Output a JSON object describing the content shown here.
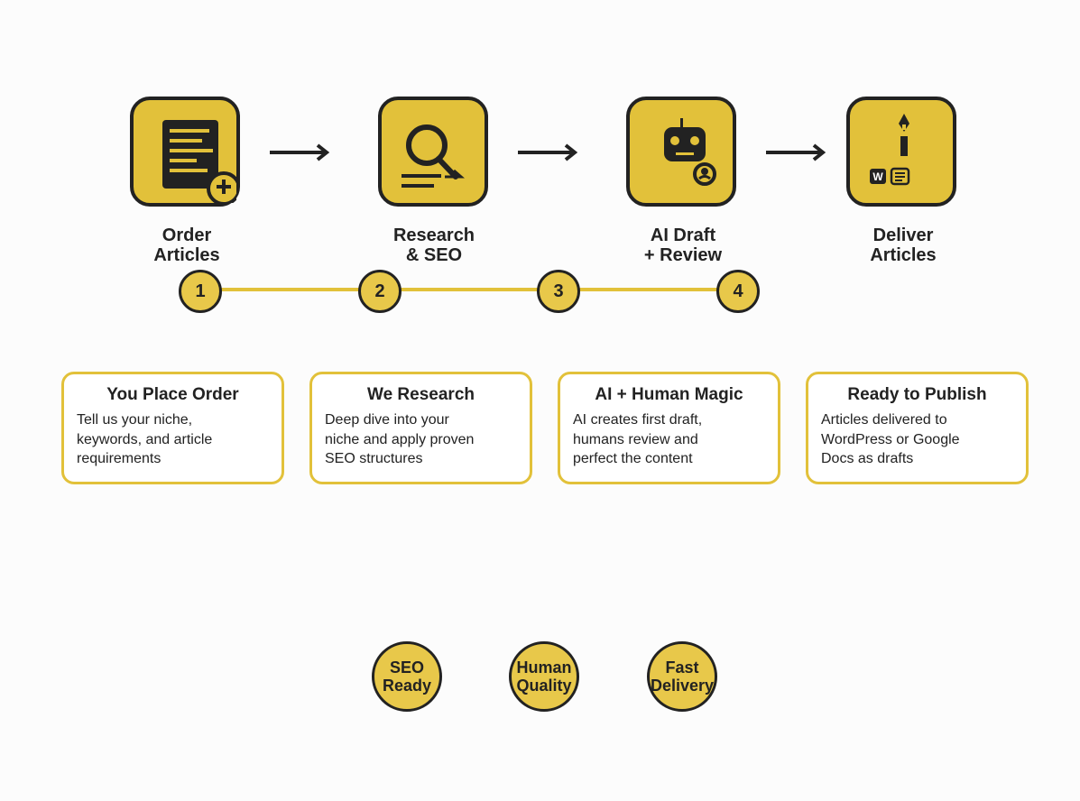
{
  "steps": [
    {
      "title_line1": "Order",
      "title_line2": "Articles",
      "number": "1",
      "icon": "document-add-icon"
    },
    {
      "title_line1": "Research",
      "title_line2": "& SEO",
      "number": "2",
      "icon": "magnifier-icon"
    },
    {
      "title_line1": "AI Draft",
      "title_line2": "+ Review",
      "number": "3",
      "icon": "robot-icon"
    },
    {
      "title_line1": "Deliver",
      "title_line2": "Articles",
      "number": "4",
      "icon": "pen-nib-icon"
    }
  ],
  "cards": [
    {
      "title": "You Place Order",
      "line1": "Tell us your niche,",
      "line2": "keywords, and article",
      "line3": "requirements"
    },
    {
      "title": "We Research",
      "line1": "Deep dive into your",
      "line2": "niche and apply proven",
      "line3": "SEO structures"
    },
    {
      "title": "AI + Human Magic",
      "line1": "AI creates first draft,",
      "line2": "humans review and",
      "line3": "perfect the content"
    },
    {
      "title": "Ready to Publish",
      "line1": "Articles delivered to",
      "line2": "WordPress or Google",
      "line3": "Docs as drafts"
    }
  ],
  "badges": [
    {
      "line1": "SEO",
      "line2": "Ready"
    },
    {
      "line1": "Human",
      "line2": "Quality"
    },
    {
      "line1": "Fast",
      "line2": "Delivery"
    }
  ],
  "deliver_icon_letter": "W",
  "colors": {
    "accent": "#e2c13a",
    "dark": "#222222",
    "background": "#fcfcfc"
  }
}
